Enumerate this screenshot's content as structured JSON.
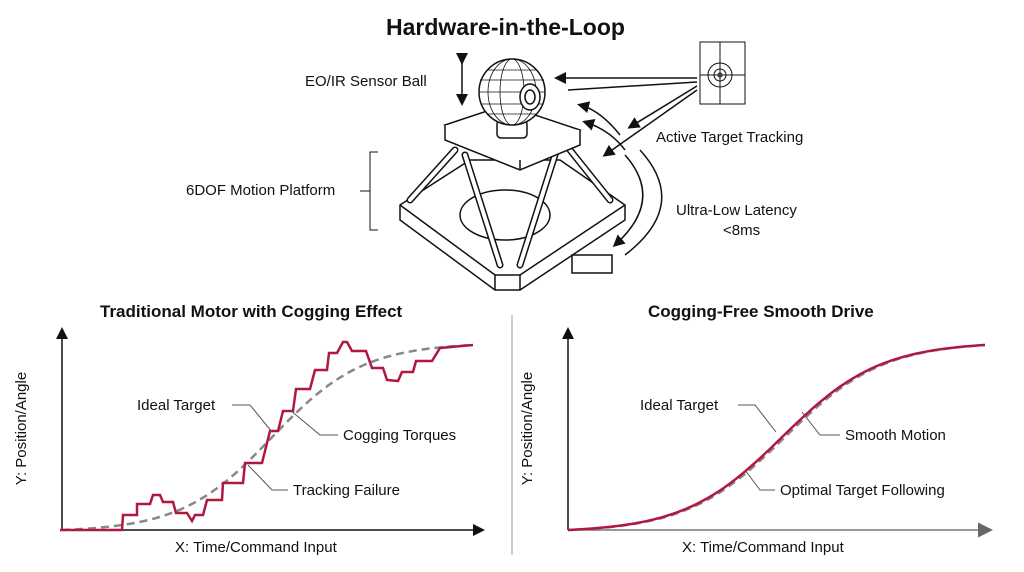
{
  "title": "Hardware-in-the-Loop",
  "hardware": {
    "sensor_label": "EO/IR Sensor Ball",
    "platform_label": "6DOF Motion Platform",
    "tracking_label": "Active Target Tracking",
    "latency_label_1": "Ultra-Low Latency",
    "latency_label_2": "<8ms"
  },
  "left_chart": {
    "title": "Traditional Motor with Cogging Effect",
    "xlabel": "X: Time/Command Input",
    "ylabel": "Y: Position/Angle",
    "annotations": [
      "Ideal Target",
      "Cogging Torques",
      "Tracking Failure"
    ]
  },
  "right_chart": {
    "title": "Cogging-Free Smooth Drive",
    "xlabel": "X: Time/Command Input",
    "ylabel": "Y: Position/Angle",
    "annotations": [
      "Ideal Target",
      "Smooth Motion",
      "Optimal Target Following"
    ]
  },
  "colors": {
    "actual": "#b0183f",
    "ideal": "#888888",
    "ink": "#111111"
  }
}
